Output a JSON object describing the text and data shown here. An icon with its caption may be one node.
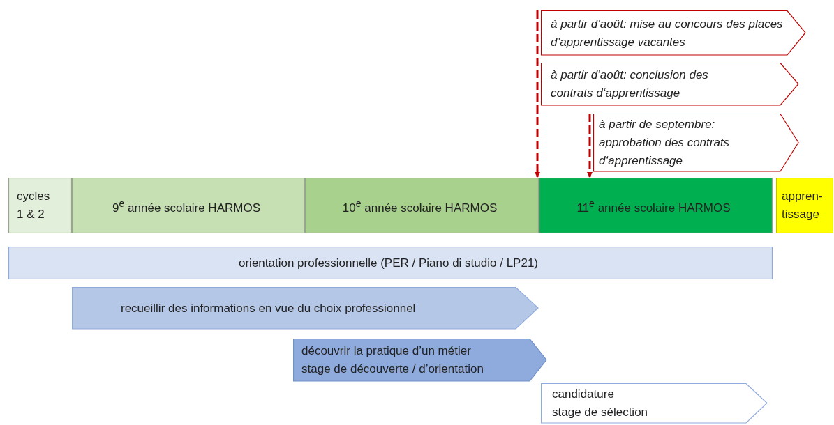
{
  "diagram": {
    "nodes": [
      {
        "text": [
          "cycles 1 & 2"
        ]
      },
      {
        "text": [
          "9$^{e}$ année scolaire HARMOS"
        ]
      },
      {
        "text": [
          "10$^{e}$ année scolaire HARMOS"
        ]
      },
      {
        "text": [
          "11$^{e}$ année scolaire HARMOS"
        ]
      },
      {
        "text": [
          "appren-tissage"
        ]
      },
      {
        "text": [
          "orientation professionnelle (PER / Piano di studio / LP21)"
        ]
      },
      {
        "text": [
          "recueillir des informations en vue du choix professionnel"
        ]
      },
      {
        "text": [
          "découvrir la pratique d’un métier",
          "stage de découverte / d’orientation"
        ]
      },
      {
        "text": [
          "candidature",
          "stage de sélection"
        ]
      },
      {
        "text": [
          "à partir d’août: mise au concours des places d’apprentissage vacantes"
        ]
      },
      {
        "text": [
          "à partir d’août: conclusion des contrats d‘apprentissage"
        ]
      },
      {
        "text": [
          "à partir de septembre: approbation des contrats d‘apprentissage"
        ]
      }
    ],
    "edges": [
      {
        "from": 9,
        "to": 3,
        "arrow": "to",
        "style": "dashed"
      },
      {
        "from": 11,
        "to": 3,
        "arrow": "to",
        "style": "dashed"
      }
    ]
  }
}
